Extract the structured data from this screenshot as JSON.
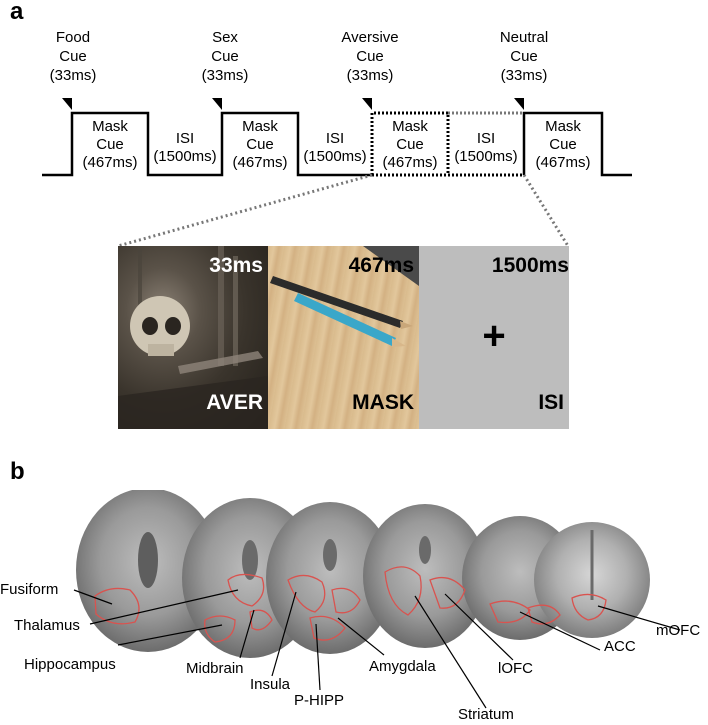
{
  "panel_a": {
    "letter": "a",
    "cues": [
      {
        "name": "Food",
        "word": "Cue",
        "dur": "(33ms)"
      },
      {
        "name": "Sex",
        "word": "Cue",
        "dur": "(33ms)"
      },
      {
        "name": "Aversive",
        "word": "Cue",
        "dur": "(33ms)"
      },
      {
        "name": "Neutral",
        "word": "Cue",
        "dur": "(33ms)"
      }
    ],
    "mask": {
      "line1": "Mask",
      "line2": "Cue",
      "line3": "(467ms)"
    },
    "isi": {
      "line1": "ISI",
      "line2": "(1500ms)"
    },
    "frames": [
      {
        "time": "33ms",
        "label": "AVER"
      },
      {
        "time": "467ms",
        "label": "MASK"
      },
      {
        "time": "1500ms",
        "label": "ISI",
        "symbol": "+"
      }
    ]
  },
  "panel_b": {
    "letter": "b",
    "regions": [
      "Fusiform",
      "Thalamus",
      "Hippocampus",
      "Midbrain",
      "Insula",
      "P-HIPP",
      "Amygdala",
      "Striatum",
      "lOFC",
      "ACC",
      "mOFC"
    ]
  },
  "colors": {
    "roi_outline": "#d9534f",
    "isi_gray": "#bdbdbd",
    "wood": "#d8b98c"
  }
}
